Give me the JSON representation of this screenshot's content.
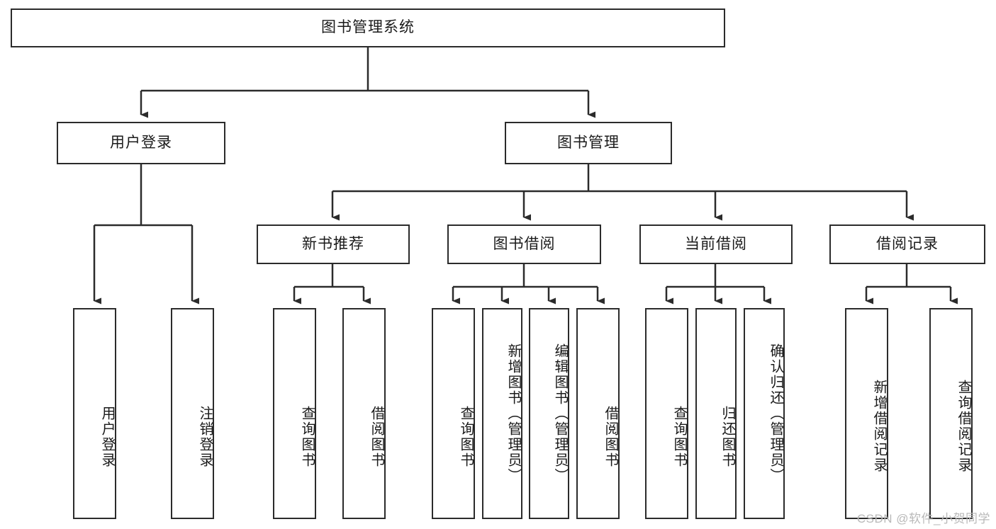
{
  "diagram": {
    "type": "tree-hierarchy-chart",
    "title_node": {
      "label": "图书管理系统"
    },
    "level2": [
      {
        "label": "用户登录"
      },
      {
        "label": "图书管理"
      }
    ],
    "level3": [
      {
        "label": "新书推荐"
      },
      {
        "label": "图书借阅"
      },
      {
        "label": "当前借阅"
      },
      {
        "label": "借阅记录"
      }
    ],
    "leaves": {
      "user_login": [
        {
          "label": "用户登录"
        },
        {
          "label": "注销登录"
        }
      ],
      "new_book_recommend": [
        {
          "label": "查询图书"
        },
        {
          "label": "借阅图书"
        }
      ],
      "book_borrow": [
        {
          "label": "查询图书"
        },
        {
          "label": "新增图书（管理员）"
        },
        {
          "label": "编辑图书（管理员）"
        },
        {
          "label": "借阅图书"
        }
      ],
      "current_borrow": [
        {
          "label": "查询图书"
        },
        {
          "label": "归还图书"
        },
        {
          "label": "确认归还（管理员）"
        }
      ],
      "borrow_record": [
        {
          "label": "新增借阅记录"
        },
        {
          "label": "查询借阅记录"
        }
      ]
    }
  },
  "watermark": {
    "text": "CSDN @软件_小贺同学"
  },
  "colors": {
    "stroke": "#2b2b2b",
    "background": "#ffffff",
    "text": "#1a1a1a",
    "watermark": "#b9b9b9"
  }
}
